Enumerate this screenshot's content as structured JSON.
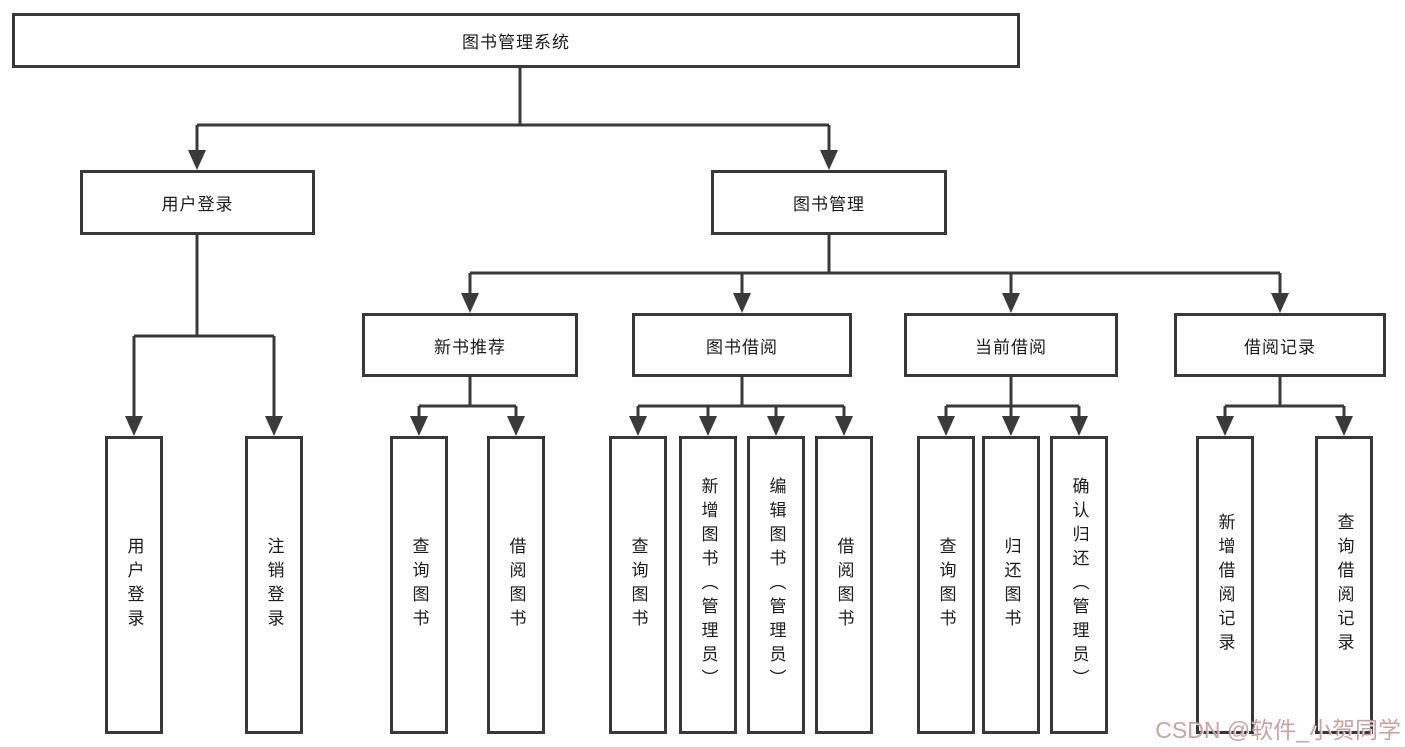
{
  "colors": {
    "line": "#3a3a3a",
    "box_border": "#383838",
    "box_fill": "#ffffff",
    "text": "#1c1c1c",
    "watermark": "#c39292"
  },
  "tree": {
    "root": {
      "label": "图书管理系统"
    },
    "branches": [
      {
        "label": "用户登录",
        "children": [
          {
            "label": "用户登录"
          },
          {
            "label": "注销登录"
          }
        ]
      },
      {
        "label": "图书管理",
        "groups": [
          {
            "label": "新书推荐",
            "children": [
              {
                "label": "查询图书"
              },
              {
                "label": "借阅图书"
              }
            ]
          },
          {
            "label": "图书借阅",
            "children": [
              {
                "label": "查询图书"
              },
              {
                "label": "新增图书（管理员）"
              },
              {
                "label": "编辑图书（管理员）"
              },
              {
                "label": "借阅图书"
              }
            ]
          },
          {
            "label": "当前借阅",
            "children": [
              {
                "label": "查询图书"
              },
              {
                "label": "归还图书"
              },
              {
                "label": "确认归还（管理员）"
              }
            ]
          },
          {
            "label": "借阅记录",
            "children": [
              {
                "label": "新增借阅记录"
              },
              {
                "label": "查询借阅记录"
              }
            ]
          }
        ]
      }
    ]
  },
  "watermark": {
    "text": "CSDN @软件_小贺同学"
  }
}
